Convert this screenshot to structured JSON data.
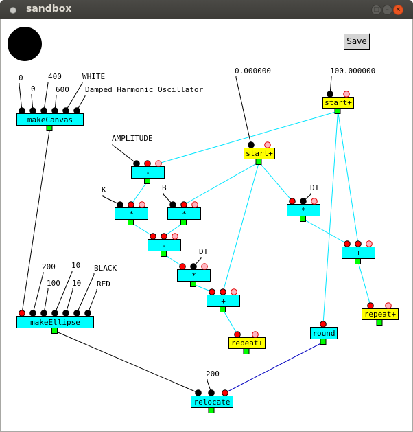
{
  "window": {
    "title": "sandbox",
    "controls": [
      "maximize",
      "minimize",
      "close"
    ]
  },
  "toolbar": {
    "save_label": "Save"
  },
  "colors": {
    "node_fill": "#00ffff",
    "special_node_fill": "#ffff00",
    "output_port": "#00ff00",
    "input_connected": "#000000",
    "input_wired": "#ff0000",
    "input_optional": "#ffb6c1",
    "wire_data": "#00e5ff",
    "wire_black": "#000000",
    "wire_blue": "#0000c0"
  },
  "constants": [
    {
      "id": "c0",
      "text": "0"
    },
    {
      "id": "c1",
      "text": "0"
    },
    {
      "id": "c2",
      "text": "400"
    },
    {
      "id": "c3",
      "text": "600"
    },
    {
      "id": "c4",
      "text": "WHITE"
    },
    {
      "id": "c5",
      "text": "Damped Harmonic Oscillator"
    },
    {
      "id": "c6",
      "text": "0.000000"
    },
    {
      "id": "c7",
      "text": "100.000000"
    },
    {
      "id": "c8",
      "text": "AMPLITUDE"
    },
    {
      "id": "c9",
      "text": "K"
    },
    {
      "id": "c10",
      "text": "B"
    },
    {
      "id": "c11",
      "text": "DT"
    },
    {
      "id": "c12",
      "text": "DT"
    },
    {
      "id": "c13",
      "text": "200"
    },
    {
      "id": "c14",
      "text": "100"
    },
    {
      "id": "c15",
      "text": "10"
    },
    {
      "id": "c16",
      "text": "10"
    },
    {
      "id": "c17",
      "text": "BLACK"
    },
    {
      "id": "c18",
      "text": "RED"
    },
    {
      "id": "c19",
      "text": "200"
    }
  ],
  "nodes": [
    {
      "id": "makeCanvas",
      "label": "makeCanvas",
      "kind": "function"
    },
    {
      "id": "start1",
      "label": "start+",
      "kind": "special"
    },
    {
      "id": "start2",
      "label": "start+",
      "kind": "special"
    },
    {
      "id": "minus1",
      "label": "-",
      "kind": "function"
    },
    {
      "id": "mulK",
      "label": "*",
      "kind": "function"
    },
    {
      "id": "mulB",
      "label": "*",
      "kind": "function"
    },
    {
      "id": "minus2",
      "label": "-",
      "kind": "function"
    },
    {
      "id": "mulDT1",
      "label": "*",
      "kind": "function"
    },
    {
      "id": "plus1",
      "label": "+",
      "kind": "function"
    },
    {
      "id": "repeat1",
      "label": "repeat+",
      "kind": "special"
    },
    {
      "id": "mulDT2",
      "label": "*",
      "kind": "function"
    },
    {
      "id": "plus2",
      "label": "+",
      "kind": "function"
    },
    {
      "id": "repeat2",
      "label": "repeat+",
      "kind": "special"
    },
    {
      "id": "round",
      "label": "round",
      "kind": "function"
    },
    {
      "id": "makeEllipse",
      "label": "makeEllipse",
      "kind": "function"
    },
    {
      "id": "relocate",
      "label": "relocate",
      "kind": "function"
    }
  ]
}
